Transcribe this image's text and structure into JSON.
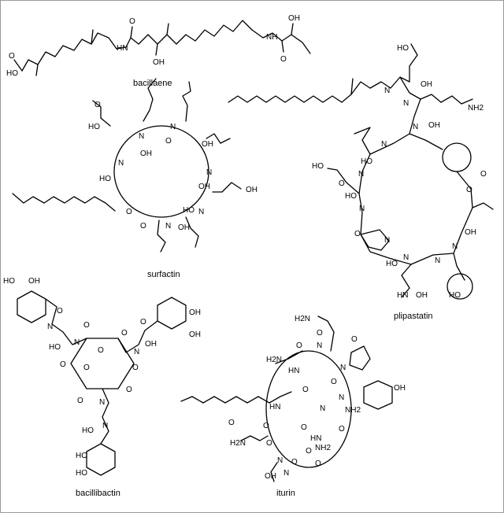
{
  "compounds": [
    {
      "id": "bacillaene",
      "name": "bacillaene"
    },
    {
      "id": "surfactin",
      "name": "surfactin"
    },
    {
      "id": "plipastatin",
      "name": "plipastatin"
    },
    {
      "id": "bacillibactin",
      "name": "bacillibactin"
    },
    {
      "id": "iturin",
      "name": "iturin"
    }
  ],
  "atoms": {
    "oh": "OH",
    "ho": "HO",
    "o": "O",
    "n": "N",
    "nh": "NH",
    "hn": "HN",
    "nh2": "NH2",
    "h2n": "H2N"
  }
}
